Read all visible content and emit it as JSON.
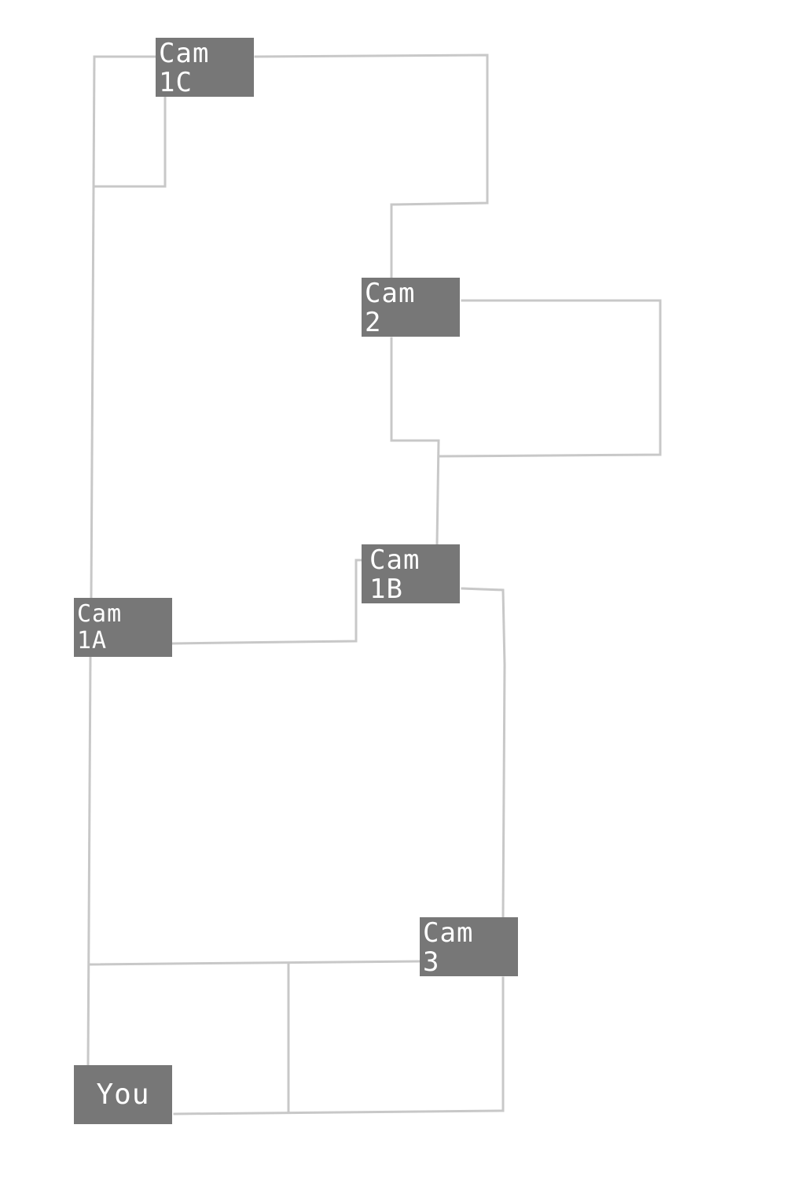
{
  "map": {
    "line_color": "#c8c8c8",
    "box_color": "#777777",
    "text_color": "#ffffff"
  },
  "cameras": {
    "cam_1c": {
      "line1": "Cam",
      "line2": "1C"
    },
    "cam_2": {
      "line1": "Cam",
      "line2": "2"
    },
    "cam_1b": {
      "line1": "Cam",
      "line2": "1B"
    },
    "cam_1a": {
      "line1": "Cam",
      "line2": "1A"
    },
    "cam_3": {
      "line1": "Cam",
      "line2": "3"
    }
  },
  "player": {
    "label": "You"
  }
}
